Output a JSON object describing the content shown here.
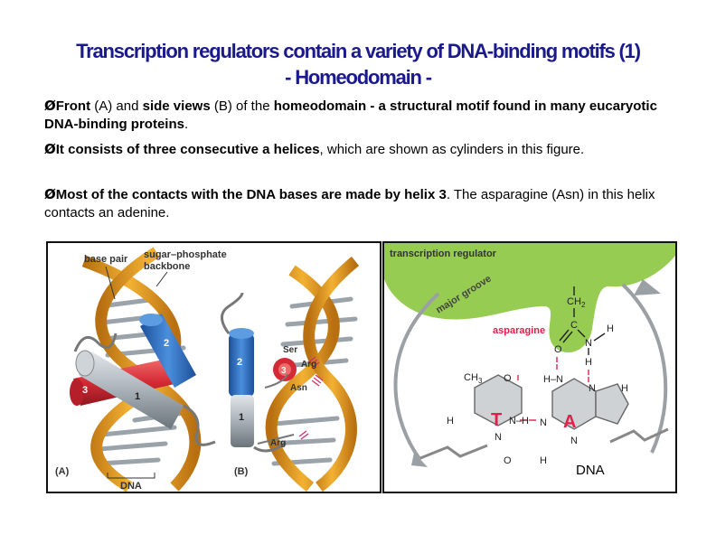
{
  "title": {
    "line1": "Transcription regulators contain a variety of DNA-binding motifs  (1)",
    "line2": "- Homeodomain -"
  },
  "bullets": [
    {
      "arrow": "Ø",
      "parts": [
        "Front",
        " (A) and ",
        "side views",
        " (B) of the ",
        "homeodomain",
        " - a structural motif found in many eucaryotic DNA-binding proteins",
        "."
      ]
    },
    {
      "arrow": "Ø",
      "parts": [
        "It consists of three consecutive a helices",
        ", which are shown as cylinders in this figure."
      ]
    },
    {
      "arrow": "Ø",
      "parts": [
        "Most of the contacts with the DNA bases are made by helix 3",
        ". The asparagine (Asn) in this helix contacts an adenine."
      ]
    }
  ],
  "figure_left": {
    "label_base_pair": "base pair",
    "label_backbone_1": "sugar–phosphate",
    "label_backbone_2": "backbone",
    "label_a": "(A)",
    "label_b": "(B)",
    "label_dna": "DNA",
    "helix_1": "1",
    "helix_2": "2",
    "helix_3": "3",
    "b_helix_1": "1",
    "b_helix_2": "2",
    "b_helix_3": "3",
    "ser": "Ser",
    "arg_top": "Arg",
    "asn": "Asn",
    "arg_bottom": "Arg"
  },
  "figure_right": {
    "label_regulator": "transcription regulator",
    "label_major_groove": "major groove",
    "label_asparagine": "asparagine",
    "label_dna": "DNA",
    "base_t": "T",
    "base_a": "A",
    "atom_ch3": "CH",
    "atom_ch3_sub": "3",
    "atom_ch2": "CH",
    "atom_ch2_sub": "2",
    "atom_c": "C",
    "atom_n": "N",
    "atom_h": "H",
    "atom_o": "O",
    "atom_hn": "H–N",
    "atom_nh": "N–H"
  },
  "colors": {
    "title": "#1a1a8c",
    "helix_red": "#d42a35",
    "helix_blue": "#2b6fc1",
    "helix_gray": "#a9b1b8",
    "dna_orange": "#e8a020",
    "regulator_green": "#8cc63f",
    "base_t": "#e0204a",
    "base_a": "#e0204a",
    "asparagine_label": "#e0204a"
  }
}
